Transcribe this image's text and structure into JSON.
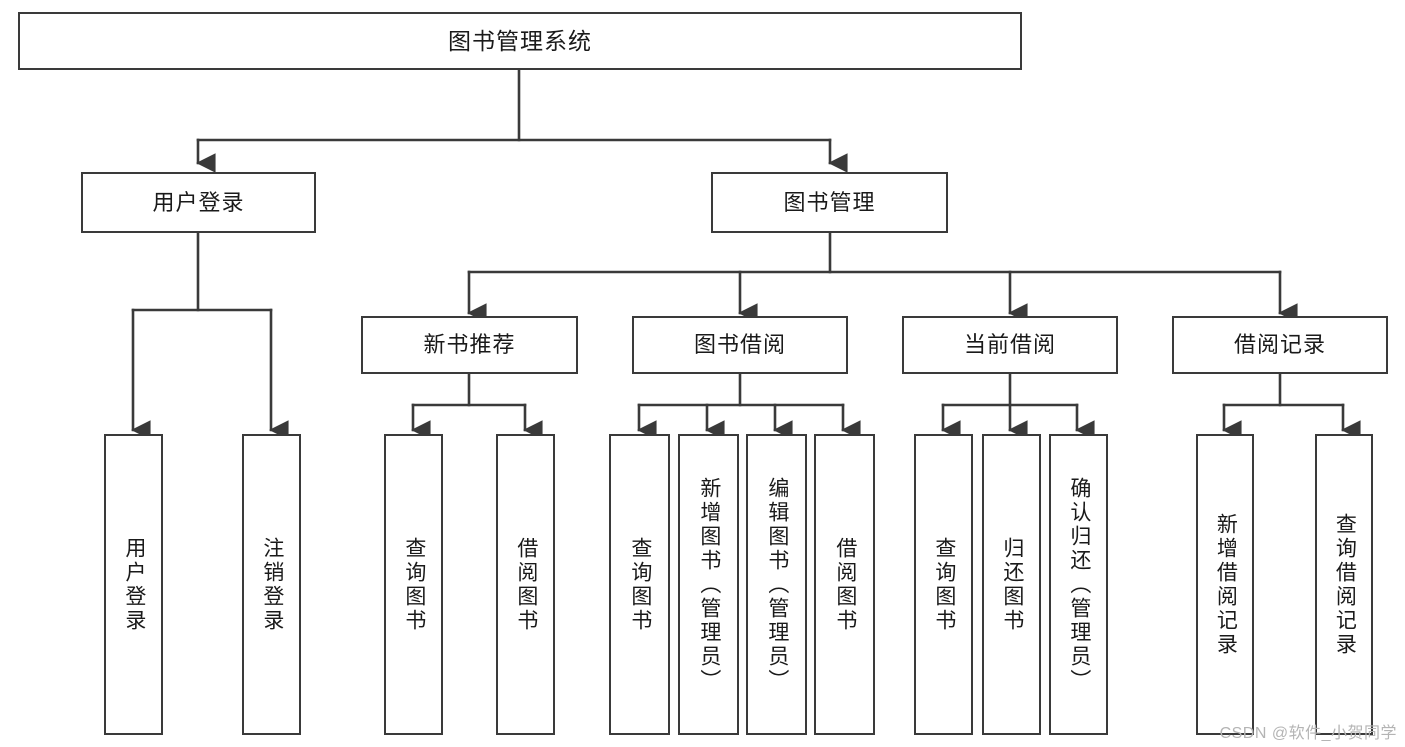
{
  "diagram": {
    "title": "图书管理系统",
    "type": "tree-hierarchy",
    "watermark": "CSDN @软件_小贺同学",
    "colors": {
      "background": "#ffffff",
      "border": "#3a3a3a",
      "text": "#1a1a1a",
      "watermark": "#b4b4b4"
    }
  },
  "nodes": {
    "root": {
      "label": "图书管理系统"
    },
    "level2": [
      {
        "id": "user-login",
        "label": "用户登录"
      },
      {
        "id": "book-management",
        "label": "图书管理"
      }
    ],
    "level3": [
      {
        "id": "new-book-recommend",
        "label": "新书推荐"
      },
      {
        "id": "book-borrow",
        "label": "图书借阅"
      },
      {
        "id": "current-borrow",
        "label": "当前借阅"
      },
      {
        "id": "borrow-record",
        "label": "借阅记录"
      }
    ],
    "leaves": {
      "user-login": [
        {
          "id": "leaf-user-login",
          "label": "用户登录"
        },
        {
          "id": "leaf-user-logout",
          "label": "注销登录"
        }
      ],
      "new-book-recommend": [
        {
          "id": "leaf-query-book-1",
          "label": "查询图书"
        },
        {
          "id": "leaf-borrow-book-1",
          "label": "借阅图书"
        }
      ],
      "book-borrow": [
        {
          "id": "leaf-query-book-2",
          "label": "查询图书"
        },
        {
          "id": "leaf-add-book",
          "label": "新增图书（管理员）"
        },
        {
          "id": "leaf-edit-book",
          "label": "编辑图书（管理员）"
        },
        {
          "id": "leaf-borrow-book-2",
          "label": "借阅图书"
        }
      ],
      "current-borrow": [
        {
          "id": "leaf-query-book-3",
          "label": "查询图书"
        },
        {
          "id": "leaf-return-book",
          "label": "归还图书"
        },
        {
          "id": "leaf-confirm-return",
          "label": "确认归还（管理员）"
        }
      ],
      "borrow-record": [
        {
          "id": "leaf-add-record",
          "label": "新增借阅记录"
        },
        {
          "id": "leaf-query-record",
          "label": "查询借阅记录"
        }
      ]
    }
  }
}
